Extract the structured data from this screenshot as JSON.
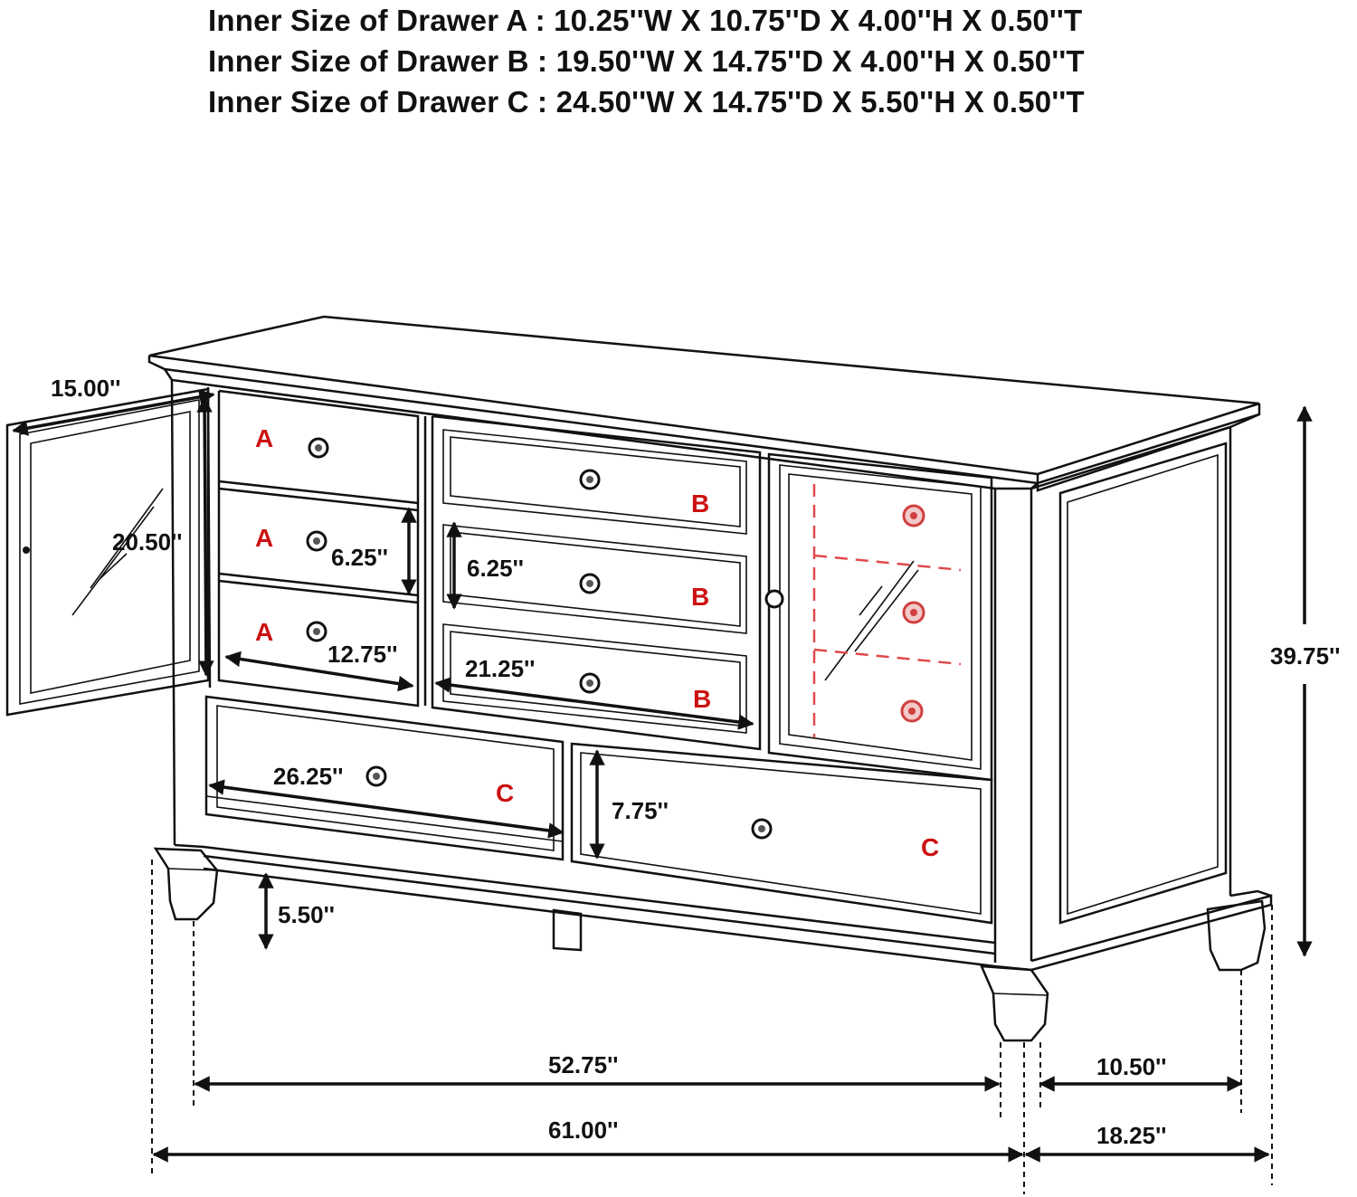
{
  "specs": [
    "Inner Size of Drawer A : 10.25''W X 10.75''D X 4.00''H X 0.50''T",
    "Inner Size of Drawer B : 19.50''W X 14.75''D X 4.00''H X 0.50''T",
    "Inner Size of Drawer C : 24.50''W X 14.75''D X 5.50''H X 0.50''T"
  ],
  "dimensions": {
    "door_width": "15.00''",
    "door_height": "20.50''",
    "drawer_a_height": "6.25''",
    "drawer_a_width": "12.75''",
    "drawer_b_height": "6.25''",
    "drawer_b_width": "21.25''",
    "drawer_c_left_width": "26.25''",
    "drawer_c_height": "7.75''",
    "leg_height": "5.50''",
    "overall_height": "39.75''",
    "inner_width": "52.75''",
    "overall_width": "61.00''",
    "inner_depth": "10.50''",
    "overall_depth": "18.25''"
  },
  "labels": {
    "drawer_a": "A",
    "drawer_b": "B",
    "drawer_c": "C"
  },
  "colors": {
    "label_red": "#cc1111",
    "line": "#111111"
  }
}
